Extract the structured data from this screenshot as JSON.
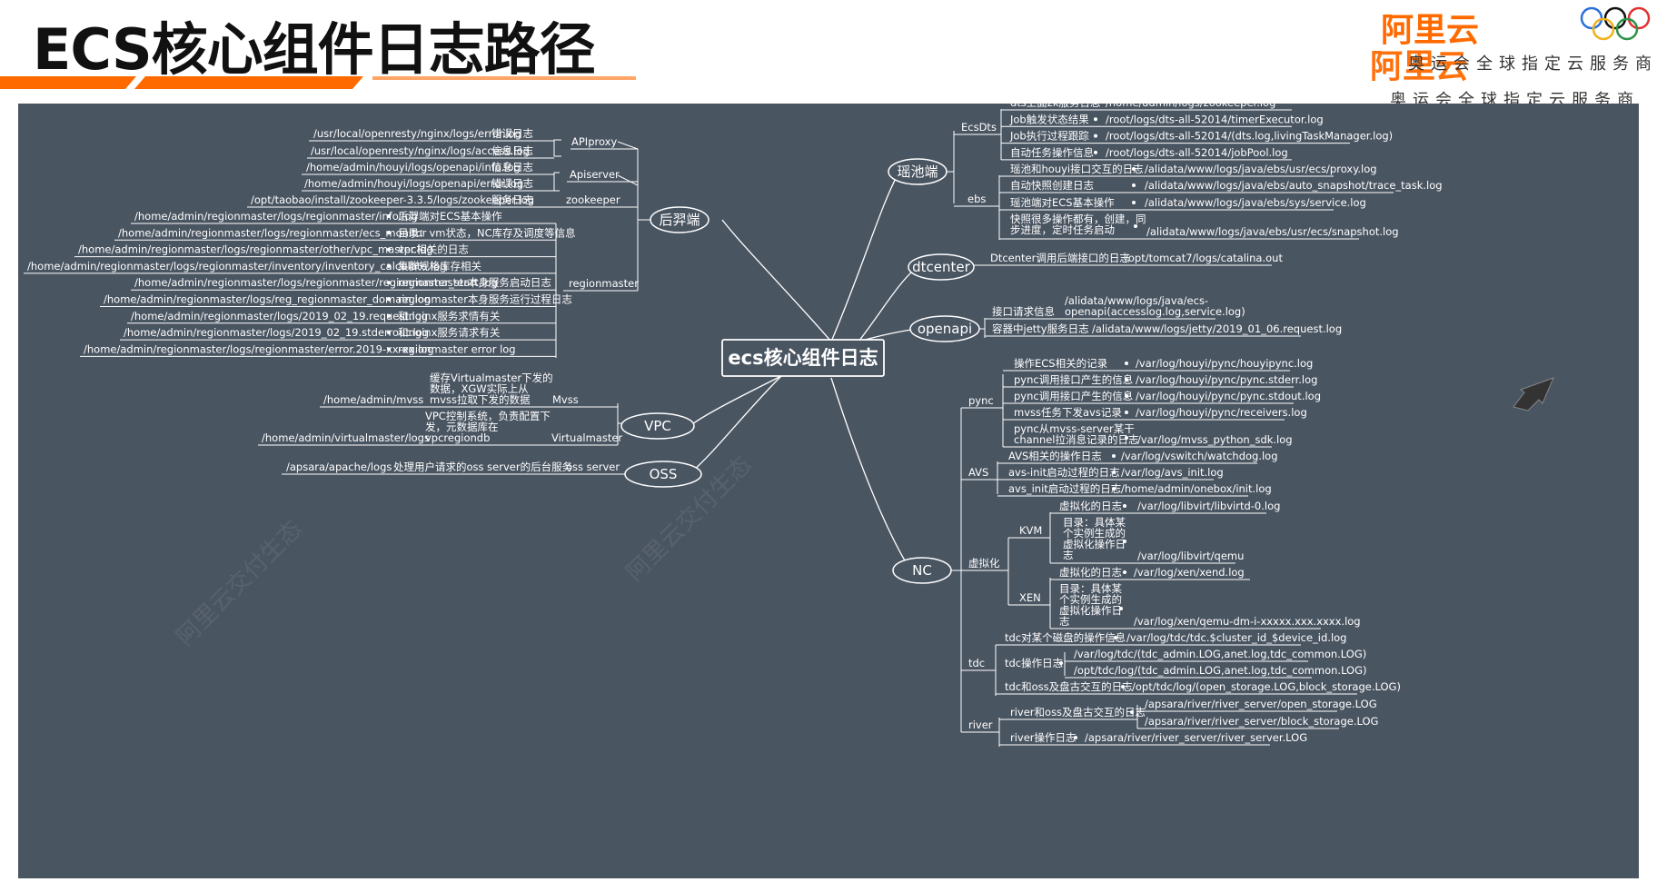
{
  "header": {
    "title": "ECS核心组件日志路径",
    "brand": "阿里云",
    "slogan": "奥运会全球指定云服务商",
    "accent_color": "#ff6a00"
  },
  "center": "ecs核心组件日志",
  "left": {
    "hyj": {
      "label": "后羿端",
      "apiproxy": {
        "label": "APIproxy",
        "items": [
          {
            "path": "/usr/local/openresty/nginx/logs/error.log",
            "desc": "错误日志"
          },
          {
            "path": "/usr/local/openresty/nginx/logs/access.log",
            "desc": "信息日志"
          }
        ]
      },
      "apiserver": {
        "label": "Apiserver",
        "items": [
          {
            "path": "/home/admin/houyi/logs/openapi/info.log",
            "desc": "信息日志"
          },
          {
            "path": "/home/admin/houyi/logs/openapi/error.log",
            "desc": "错误日志"
          }
        ]
      },
      "zookeeper": {
        "label": "zookeeper",
        "path": "/opt/taobao/install/zookeeper-3.3.5/logs/zookeeper.log",
        "desc": "服务日志"
      },
      "regionmaster": {
        "label": "regionmaster",
        "items": [
          {
            "path": "/home/admin/regionmaster/logs/regionmaster/info.log",
            "desc": "后羿端对ECS基本操作"
          },
          {
            "path": "/home/admin/regionmaster/logs/regionmaster/ecs_monitor",
            "desc": "目录：vm状态，NC库存及调度等信息"
          },
          {
            "path": "/home/admin/regionmaster/logs/regionmaster/other/vpc_master.log",
            "desc": "vpc相关的日志"
          },
          {
            "path": "/home/admin/regionmaster/logs/regionmaster/inventory/inventory_calculate.log",
            "desc": "集群规格库存相关"
          },
          {
            "path": "/home/admin/regionmaster/logs/regionmaster/regionmaster_start.log",
            "desc": "regionmaster本身服务启动日志"
          },
          {
            "path": "/home/admin/regionmaster/logs/reg_regionmaster_domain.log",
            "desc": "regionmaster本身服务运行过程日志"
          },
          {
            "path": "/home/admin/regionmaster/logs/2019_02_19.request.log",
            "desc": "和nginx服务求情有关"
          },
          {
            "path": "/home/admin/regionmaster/logs/2019_02_19.stderrout.log",
            "desc": "和nginx服务请求有关"
          },
          {
            "path": "/home/admin/regionmaster/logs/regionmaster/error.2019-xx-xx.log",
            "desc": "regionmaster error log"
          }
        ]
      }
    },
    "vpc": {
      "label": "VPC",
      "mvss": {
        "label": "Mvss",
        "path": "/home/admin/mvss",
        "desc": [
          "缓存Virtualmaster下发的",
          "数据，XGW实际上从",
          "mvss拉取下发的数据"
        ]
      },
      "vm": {
        "label": "Virtualmaster",
        "path": "/home/admin/virtualmaster/logs",
        "desc": [
          "VPC控制系统，负责配置下",
          "发，元数据库在",
          "vpcregiondb"
        ]
      }
    },
    "oss": {
      "label": "OSS",
      "sub": "oss server",
      "path": "/apsara/apache/logs",
      "desc": "处理用户请求的oss server的后台服务"
    }
  },
  "right": {
    "ycd": {
      "label": "瑶池端",
      "ecsdts": {
        "label": "EcsDts",
        "items": [
          {
            "desc": "dts上面zk服务日志",
            "path": "/home/admin/logs/zookeeper.log"
          },
          {
            "desc": "Job触发状态结果",
            "path": "/root/logs/dts-all-52014/timerExecutor.log"
          },
          {
            "desc": "Job执行过程跟踪",
            "path": "/root/logs/dts-all-52014/(dts.log,livingTaskManager.log)"
          },
          {
            "desc": "自动任务操作信息",
            "path": "/root/logs/dts-all-52014/jobPool.log"
          }
        ]
      },
      "ebs": {
        "label": "ebs",
        "items": [
          {
            "desc": "瑶池和houyi接口交互的日志",
            "path": "/alidata/www/logs/java/ebs/usr/ecs/proxy.log"
          },
          {
            "desc": "自动快照创建日志",
            "path": "/alidata/www/logs/java/ebs/auto_snapshot/trace_task.log"
          },
          {
            "desc": "瑶池端对ECS基本操作",
            "path": "/alidata/www/logs/java/ebs/sys/service.log"
          },
          {
            "desc": [
              "快照很多操作都有，创建，同",
              "步进度，定时任务启动"
            ],
            "path": "/alidata/www/logs/java/ebs/usr/ecs/snapshot.log"
          }
        ]
      }
    },
    "dtcenter": {
      "label": "dtcenter",
      "desc": "Dtcenter调用后端接口的日志",
      "path": "/opt/tomcat7/logs/catalina.out"
    },
    "openapi": {
      "label": "openapi",
      "items": [
        {
          "desc": "接口请求信息",
          "path": [
            "/alidata/www/logs/java/ecs-",
            "openapi(accesslog.log,service.log)"
          ]
        },
        {
          "desc": "容器中jetty服务日志",
          "path": "/alidata/www/logs/jetty/2019_01_06.request.log"
        }
      ]
    },
    "nc": {
      "label": "NC",
      "pync": {
        "label": "pync",
        "items": [
          {
            "desc": "操作ECS相关的记录",
            "path": "/var/log/houyi/pync/houyipync.log"
          },
          {
            "desc": "pync调用接口产生的信息",
            "path": "/var/log/houyi/pync/pync.stderr.log"
          },
          {
            "desc": "pync调用接口产生的信息",
            "path": "/var/log/houyi/pync/pync.stdout.log"
          },
          {
            "desc": "mvss任务下发avs记录",
            "path": "/var/log/houyi/pync/receivers.log"
          },
          {
            "desc": [
              "pync从mvss-server某干",
              "channel拉消息记录的日志"
            ],
            "path": "/var/log/mvss_python_sdk.log"
          }
        ]
      },
      "avs": {
        "label": "AVS",
        "items": [
          {
            "desc": "AVS相关的操作日志",
            "path": "/var/log/vswitch/watchdog.log"
          },
          {
            "desc": "avs-init启动过程的日志",
            "path": "/var/log/avs_init.log"
          },
          {
            "desc": "avs_init启动过程的日志",
            "path": "/home/admin/onebox/init.log"
          }
        ]
      },
      "virt": {
        "label": "虚拟化",
        "kvm": {
          "label": "KVM",
          "items": [
            {
              "desc": "虚拟化的日志",
              "path": "/var/log/libvirt/libvirtd-0.log"
            },
            {
              "desc": [
                "目录：具体某",
                "个实例生成的",
                "虚拟化操作日",
                "志"
              ],
              "path": "/var/log/libvirt/qemu"
            }
          ]
        },
        "xen": {
          "label": "XEN",
          "items": [
            {
              "desc": "虚拟化的日志",
              "path": "/var/log/xen/xend.log"
            },
            {
              "desc": [
                "目录：具体某",
                "个实例生成的",
                "虚拟化操作日",
                "志"
              ],
              "path": "/var/log/xen/qemu-dm-i-xxxxx.xxx.xxxx.log"
            }
          ]
        }
      },
      "tdc": {
        "label": "tdc",
        "items": [
          {
            "desc": "tdc对某个磁盘的操作信息",
            "path": "/var/log/tdc/tdc.$cluster_id_$device_id.log"
          },
          {
            "desc": "tdc操作日志",
            "paths": [
              "/var/log/tdc/(tdc_admin.LOG,anet.log,tdc_common.LOG)",
              "/opt/tdc/log/(tdc_admin.LOG,anet.log,tdc_common.LOG)"
            ]
          },
          {
            "desc": "tdc和oss及盘古交互的日志",
            "path": "/opt/tdc/log/(open_storage.LOG,block_storage.LOG)"
          }
        ]
      },
      "river": {
        "label": "river",
        "items": [
          {
            "desc": "river和oss及盘古交互的日志",
            "paths": [
              "/apsara/river/river_server/open_storage.LOG",
              "/apsara/river/river_server/block_storage.LOG"
            ]
          },
          {
            "desc": "river操作日志",
            "path": "/apsara/river/river_server/river_server.LOG"
          }
        ]
      }
    }
  }
}
